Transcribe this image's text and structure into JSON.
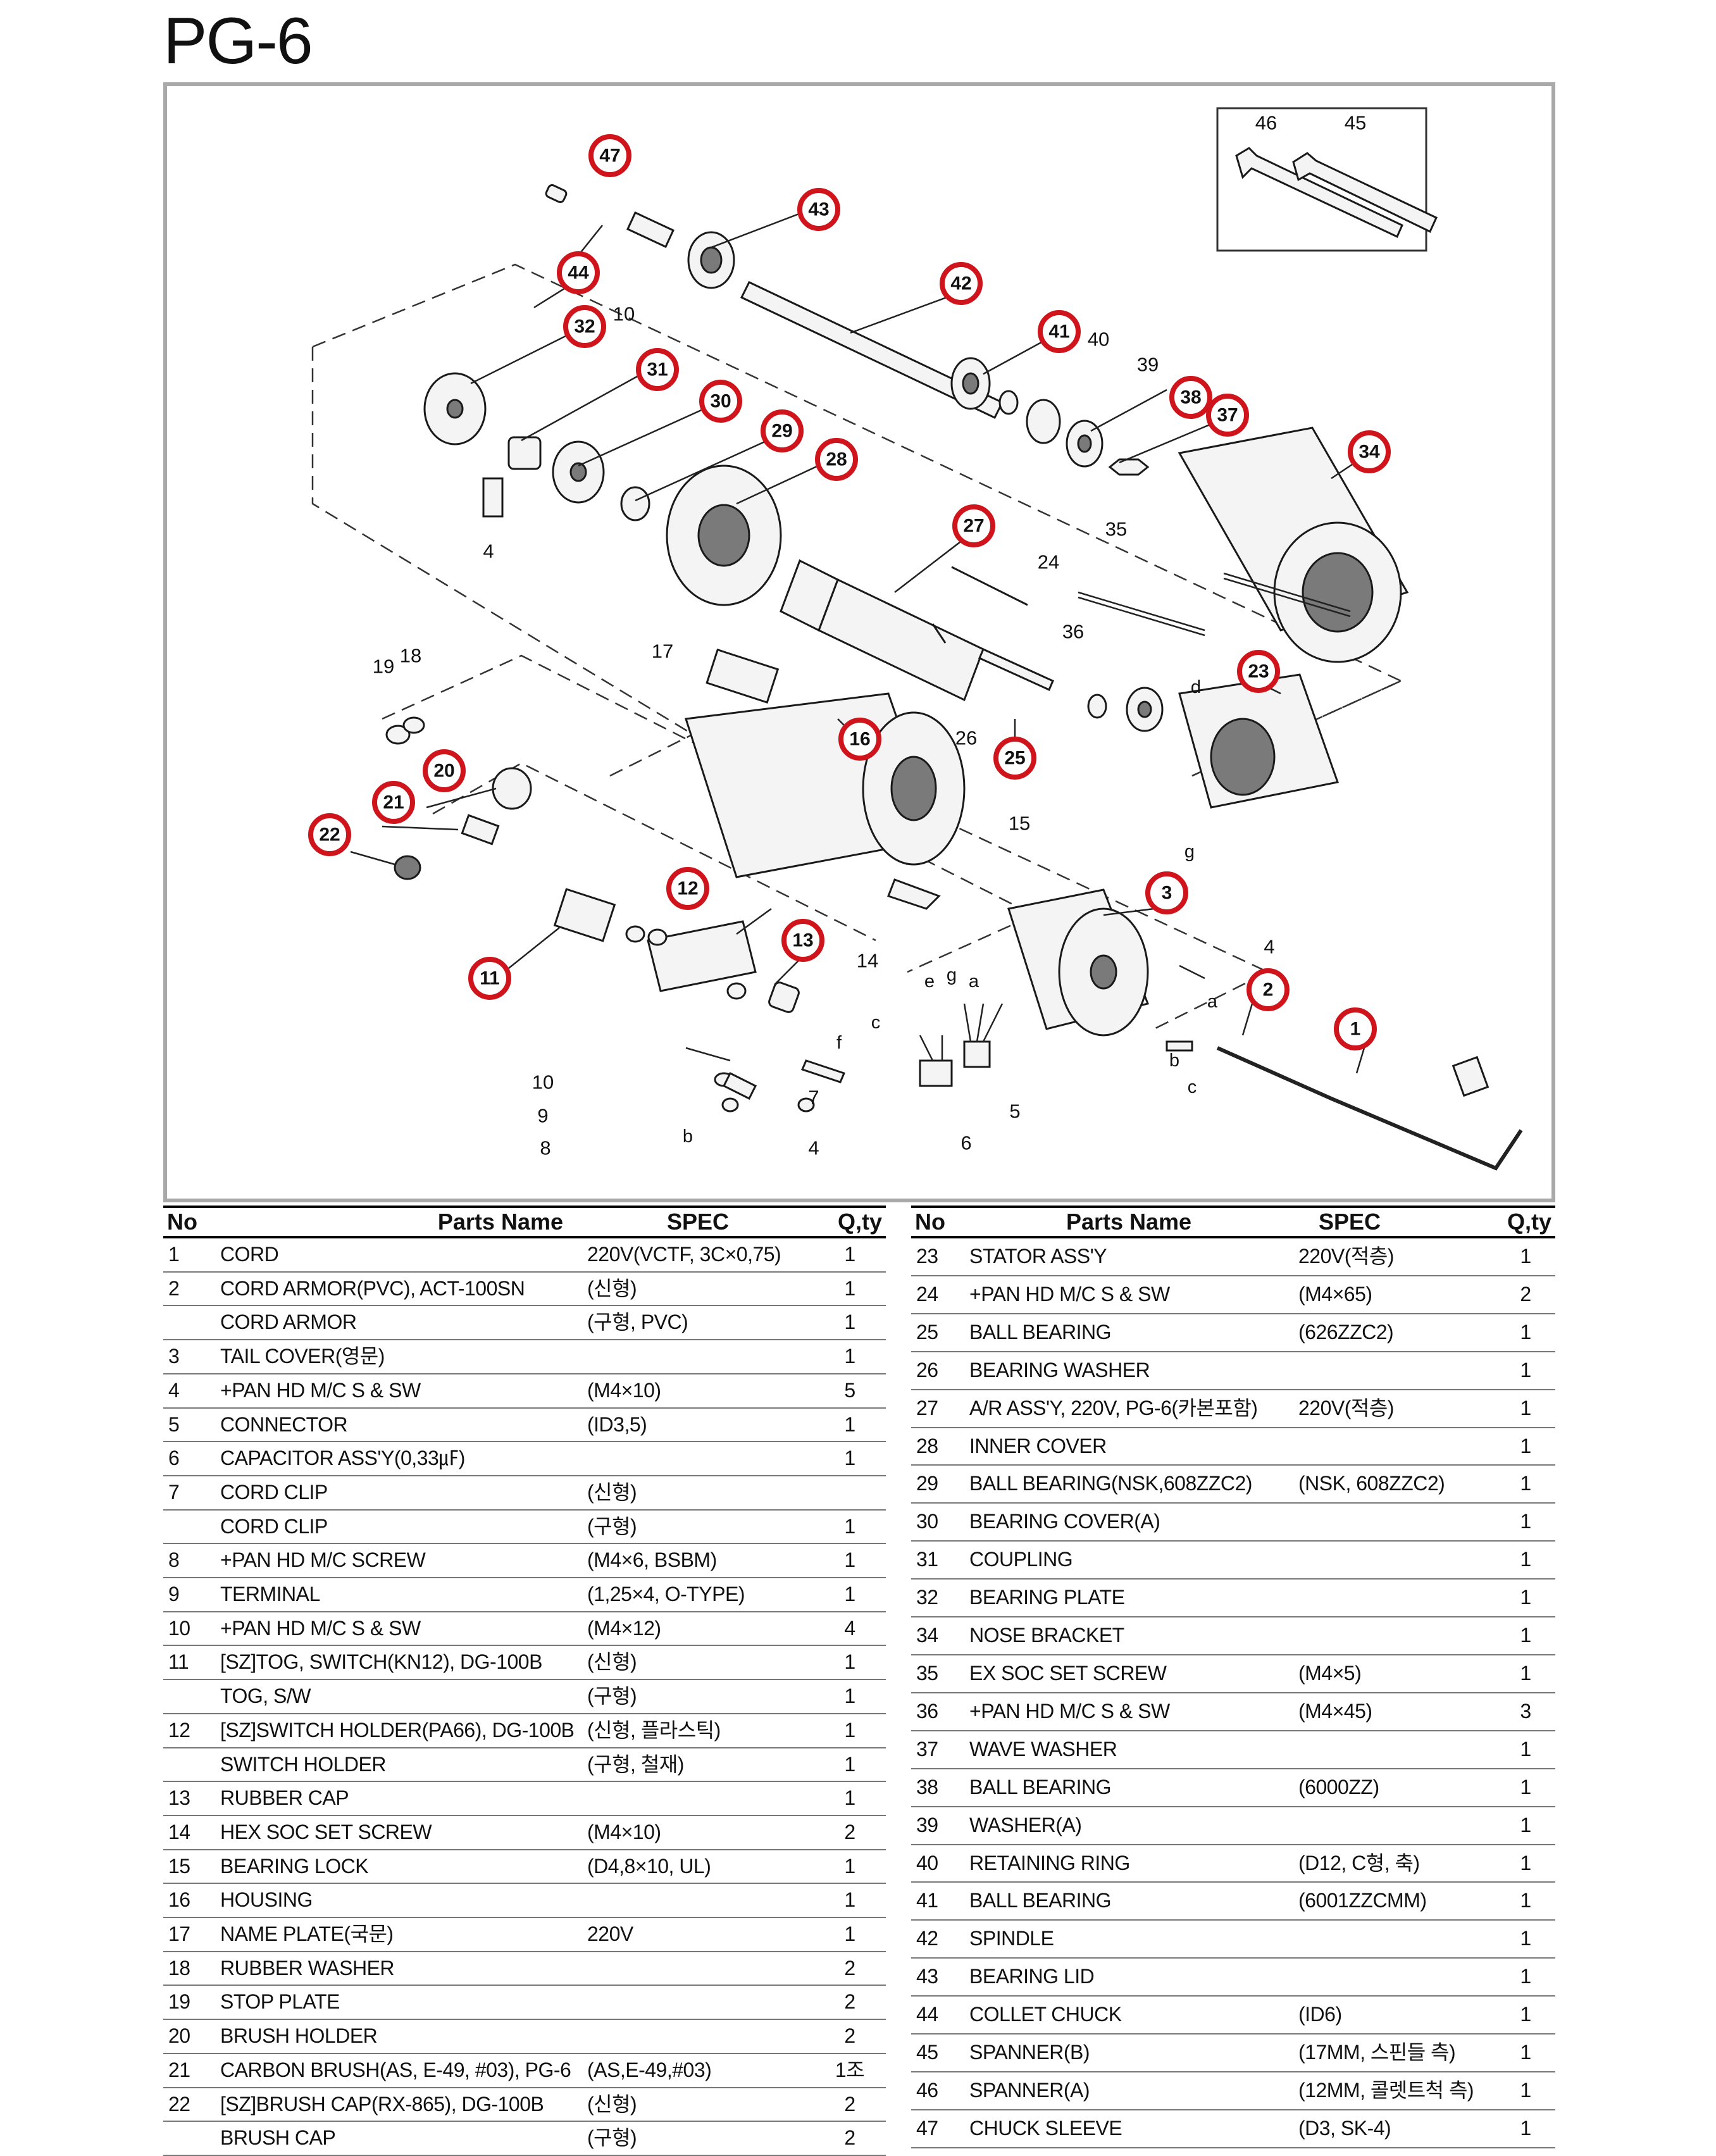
{
  "title": "PG-6",
  "diagram": {
    "callouts": [
      "47",
      "43",
      "44",
      "42",
      "32",
      "41",
      "31",
      "30",
      "29",
      "28",
      "38",
      "37",
      "34",
      "27",
      "23",
      "16",
      "25",
      "20",
      "21",
      "22",
      "12",
      "3",
      "13",
      "11",
      "2",
      "1"
    ],
    "labels": [
      "46",
      "45",
      "10",
      "40",
      "39",
      "4",
      "35",
      "24",
      "36",
      "19",
      "18",
      "17",
      "26",
      "15",
      "14",
      "4",
      "10",
      "9",
      "8",
      "7",
      "4",
      "6",
      "5"
    ],
    "letters": [
      "d",
      "g",
      "e",
      "g",
      "a",
      "c",
      "f",
      "a",
      "b",
      "c",
      "b"
    ]
  },
  "table_headers": {
    "no": "No",
    "name": "Parts Name",
    "spec": "SPEC",
    "qty": "Q,ty"
  },
  "parts_left": [
    {
      "no": "1",
      "name": "CORD",
      "spec": "220V(VCTF, 3C×0,75)",
      "qty": "1"
    },
    {
      "no": "2",
      "name": "CORD ARMOR(PVC), ACT-100SN",
      "spec": "(신형)",
      "qty": "1"
    },
    {
      "no": "",
      "name": "CORD ARMOR",
      "spec": "(구형, PVC)",
      "qty": "1"
    },
    {
      "no": "3",
      "name": "TAIL COVER(영문)",
      "spec": "",
      "qty": "1"
    },
    {
      "no": "4",
      "name": "+PAN HD M/C S & SW",
      "spec": "(M4×10)",
      "qty": "5"
    },
    {
      "no": "5",
      "name": "CONNECTOR",
      "spec": "(ID3,5)",
      "qty": "1"
    },
    {
      "no": "6",
      "name": "CAPACITOR ASS'Y(0,33㎌)",
      "spec": "",
      "qty": "1"
    },
    {
      "no": "7",
      "name": "CORD CLIP",
      "spec": "(신형)",
      "qty": ""
    },
    {
      "no": "",
      "name": "CORD CLIP",
      "spec": "(구형)",
      "qty": "1"
    },
    {
      "no": "8",
      "name": "+PAN HD M/C SCREW",
      "spec": "(M4×6, BSBM)",
      "qty": "1"
    },
    {
      "no": "9",
      "name": "TERMINAL",
      "spec": "(1,25×4, O-TYPE)",
      "qty": "1"
    },
    {
      "no": "10",
      "name": "+PAN HD M/C S & SW",
      "spec": "(M4×12)",
      "qty": "4"
    },
    {
      "no": "11",
      "name": "[SZ]TOG, SWITCH(KN12), DG-100B",
      "spec": "(신형)",
      "qty": "1"
    },
    {
      "no": "",
      "name": "TOG, S/W",
      "spec": "(구형)",
      "qty": "1"
    },
    {
      "no": "12",
      "name": "[SZ]SWITCH HOLDER(PA66), DG-100B",
      "spec": "(신형, 플라스틱)",
      "qty": "1"
    },
    {
      "no": "",
      "name": "SWITCH HOLDER",
      "spec": "(구형, 철재)",
      "qty": "1"
    },
    {
      "no": "13",
      "name": "RUBBER CAP",
      "spec": "",
      "qty": "1"
    },
    {
      "no": "14",
      "name": "HEX SOC SET SCREW",
      "spec": "(M4×10)",
      "qty": "2"
    },
    {
      "no": "15",
      "name": "BEARING LOCK",
      "spec": "(D4,8×10, UL)",
      "qty": "1"
    },
    {
      "no": "16",
      "name": "HOUSING",
      "spec": "",
      "qty": "1"
    },
    {
      "no": "17",
      "name": "NAME PLATE(국문)",
      "spec": "220V",
      "qty": "1"
    },
    {
      "no": "18",
      "name": "RUBBER WASHER",
      "spec": "",
      "qty": "2"
    },
    {
      "no": "19",
      "name": "STOP PLATE",
      "spec": "",
      "qty": "2"
    },
    {
      "no": "20",
      "name": "BRUSH HOLDER",
      "spec": "",
      "qty": "2"
    },
    {
      "no": "21",
      "name": "CARBON BRUSH(AS, E-49, #03), PG-6",
      "spec": "(AS,E-49,#03)",
      "qty": "1조"
    },
    {
      "no": "22",
      "name": "[SZ]BRUSH CAP(RX-865), DG-100B",
      "spec": "(신형)",
      "qty": "2"
    },
    {
      "no": "",
      "name": "BRUSH CAP",
      "spec": "(구형)",
      "qty": "2"
    }
  ],
  "parts_right": [
    {
      "no": "23",
      "name": "STATOR ASS'Y",
      "spec": "220V(적층)",
      "qty": "1"
    },
    {
      "no": "24",
      "name": "+PAN HD M/C S & SW",
      "spec": "(M4×65)",
      "qty": "2"
    },
    {
      "no": "25",
      "name": "BALL BEARING",
      "spec": "(626ZZC2)",
      "qty": "1"
    },
    {
      "no": "26",
      "name": "BEARING WASHER",
      "spec": "",
      "qty": "1"
    },
    {
      "no": "27",
      "name": "A/R ASS'Y, 220V, PG-6(카본포함)",
      "spec": "220V(적층)",
      "qty": "1"
    },
    {
      "no": "28",
      "name": "INNER COVER",
      "spec": "",
      "qty": "1"
    },
    {
      "no": "29",
      "name": "BALL BEARING(NSK,608ZZC2)",
      "spec": "(NSK, 608ZZC2)",
      "qty": "1"
    },
    {
      "no": "30",
      "name": "BEARING COVER(A)",
      "spec": "",
      "qty": "1"
    },
    {
      "no": "31",
      "name": "COUPLING",
      "spec": "",
      "qty": "1"
    },
    {
      "no": "32",
      "name": "BEARING PLATE",
      "spec": "",
      "qty": "1"
    },
    {
      "no": "34",
      "name": "NOSE BRACKET",
      "spec": "",
      "qty": "1"
    },
    {
      "no": "35",
      "name": "EX SOC SET SCREW",
      "spec": "(M4×5)",
      "qty": "1"
    },
    {
      "no": "36",
      "name": "+PAN HD M/C S & SW",
      "spec": "(M4×45)",
      "qty": "3"
    },
    {
      "no": "37",
      "name": "WAVE WASHER",
      "spec": "",
      "qty": "1"
    },
    {
      "no": "38",
      "name": "BALL BEARING",
      "spec": "(6000ZZ)",
      "qty": "1"
    },
    {
      "no": "39",
      "name": "WASHER(A)",
      "spec": "",
      "qty": "1"
    },
    {
      "no": "40",
      "name": "RETAINING RING",
      "spec": "(D12, C형, 축)",
      "qty": "1"
    },
    {
      "no": "41",
      "name": "BALL BEARING",
      "spec": "(6001ZZCMM)",
      "qty": "1"
    },
    {
      "no": "42",
      "name": "SPINDLE",
      "spec": "",
      "qty": "1"
    },
    {
      "no": "43",
      "name": "BEARING LID",
      "spec": "",
      "qty": "1"
    },
    {
      "no": "44",
      "name": "COLLET CHUCK",
      "spec": "(ID6)",
      "qty": "1"
    },
    {
      "no": "45",
      "name": "SPANNER(B)",
      "spec": "(17MM, 스핀들 측)",
      "qty": "1"
    },
    {
      "no": "46",
      "name": "SPANNER(A)",
      "spec": "(12MM, 콜렛트척 측)",
      "qty": "1"
    },
    {
      "no": "47",
      "name": "CHUCK SLEEVE",
      "spec": "(D3, SK-4)",
      "qty": "1"
    }
  ]
}
